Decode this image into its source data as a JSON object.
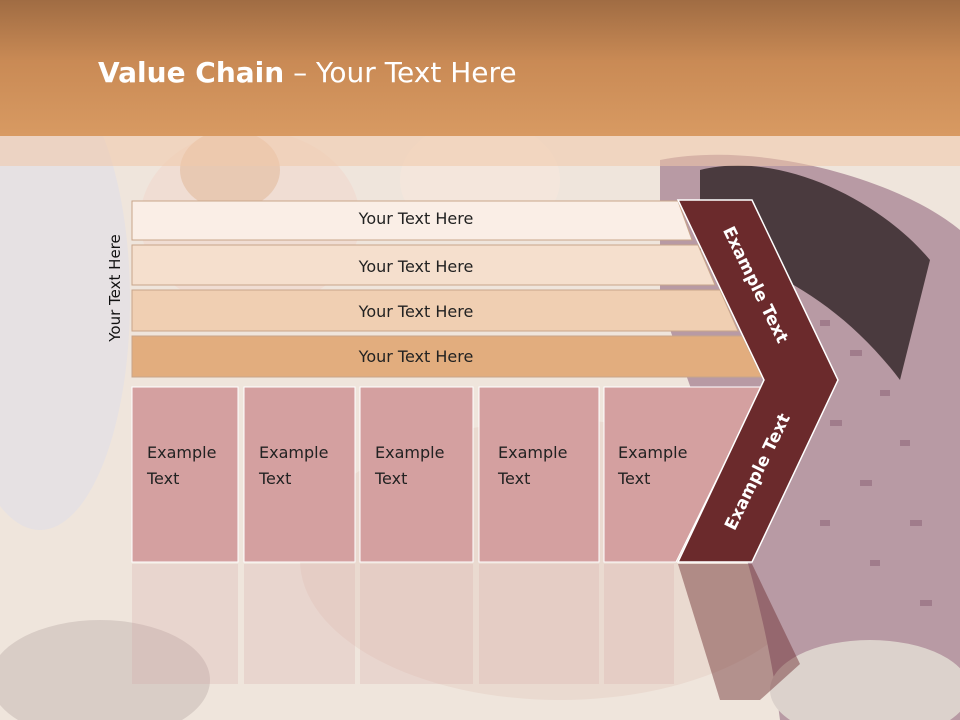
{
  "title": {
    "bold": "Value Chain",
    "rest": " – Your Text Here"
  },
  "side_label": "Your Text Here",
  "bars": [
    {
      "label": "Your Text Here",
      "color": "#faeee6"
    },
    {
      "label": "Your Text Here",
      "color": "#f5dfcd"
    },
    {
      "label": "Your Text Here",
      "color": "#f0cfb2"
    },
    {
      "label": "Your Text Here",
      "color": "#e2ad7e"
    }
  ],
  "boxes": [
    {
      "line1": "Example",
      "line2": "Text"
    },
    {
      "line1": "Example",
      "line2": "Text"
    },
    {
      "line1": "Example",
      "line2": "Text"
    },
    {
      "line1": "Example",
      "line2": "Text"
    },
    {
      "line1": "Example",
      "line2": "Text"
    }
  ],
  "chevron": {
    "upper": "Example Text",
    "lower": "Example Text",
    "color": "#6b2a2c"
  },
  "colors": {
    "header": "#c98a55",
    "box": "#d4a0a0"
  }
}
